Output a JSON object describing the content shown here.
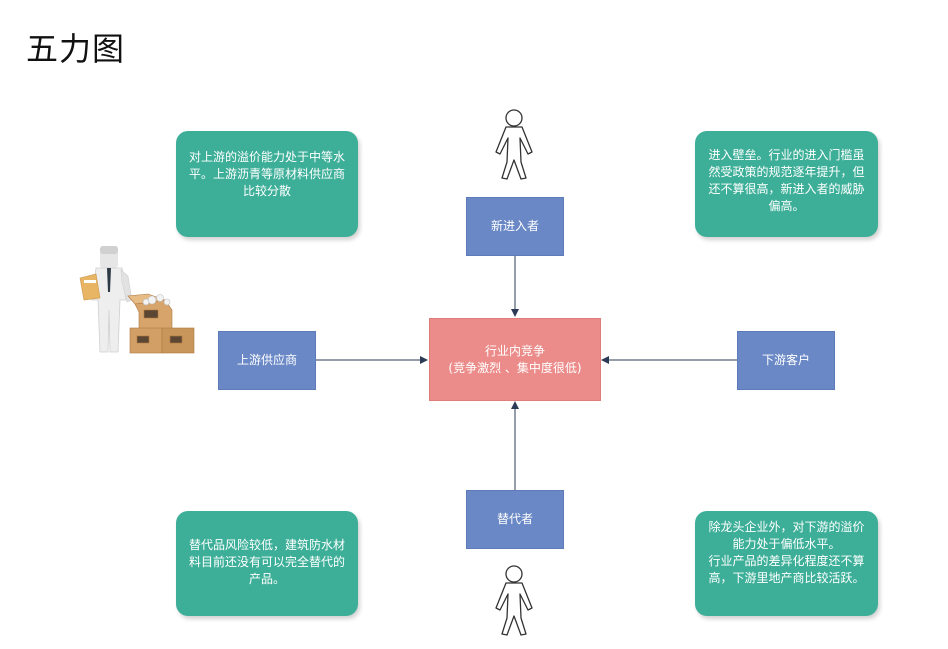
{
  "title": "五力图",
  "nodes": {
    "center_line1": "行业内竞争",
    "center_line2": "(竞争激烈 、集中度很低)",
    "top": "新进入者",
    "left": "上游供应商",
    "right": "下游客户",
    "bottom": "替代者"
  },
  "notes": {
    "top_left": "对上游的溢价能力处于中等水平。上游沥青等原材料供应商比较分散",
    "top_right": "进入壁垒。行业的进入门槛虽然受政策的规范逐年提升，但还不算很高，新进入者的威胁偏高。",
    "bottom_left": "替代品风险较低，建筑防水材料目前还没有可以完全替代的产品。",
    "bottom_right_line1": "除龙头企业外，对下游的溢价能力处于偏低水平。",
    "bottom_right_line2": "行业产品的差异化程度还不算高，下游里地产商比较活跃。"
  },
  "colors": {
    "node_blue": "#6a88c6",
    "center_red": "#eb8c8a",
    "note_green": "#3daf98",
    "arrow": "#2b3a55"
  }
}
